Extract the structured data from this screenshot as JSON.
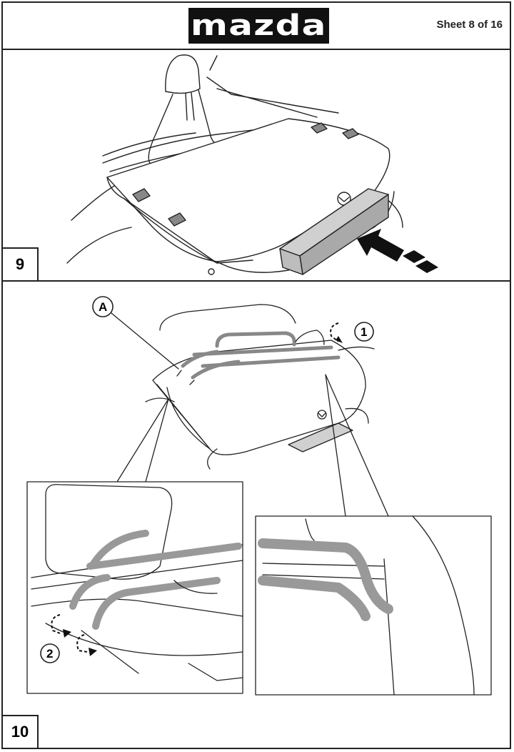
{
  "header": {
    "logo_text": "mazda",
    "sheet_label": "Sheet 8 of 16"
  },
  "steps": {
    "step9": {
      "number": "9"
    },
    "step10": {
      "number": "10",
      "callout_a": "A",
      "callout_1": "1",
      "callout_2": "2"
    }
  },
  "colors": {
    "line": "#222222",
    "rack_fill": "#9a9a9a",
    "block_fill": "#bdbdbd",
    "arrow": "#111111"
  }
}
